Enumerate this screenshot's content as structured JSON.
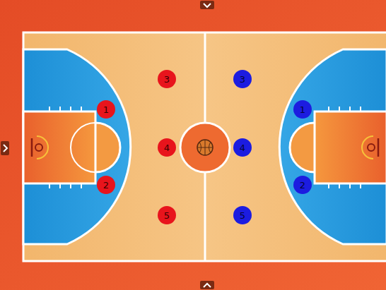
{
  "diagram": {
    "nodes": [
      {
        "text": [
          "3"
        ]
      },
      {
        "text": [
          "3"
        ]
      },
      {
        "text": [
          "1"
        ]
      },
      {
        "text": [
          "1"
        ]
      },
      {
        "text": [
          "4"
        ]
      },
      {
        "text": [
          "4"
        ]
      },
      {
        "text": [
          "2"
        ]
      },
      {
        "text": [
          "2"
        ]
      },
      {
        "text": [
          "5"
        ]
      },
      {
        "text": [
          "5"
        ]
      }
    ]
  }
}
